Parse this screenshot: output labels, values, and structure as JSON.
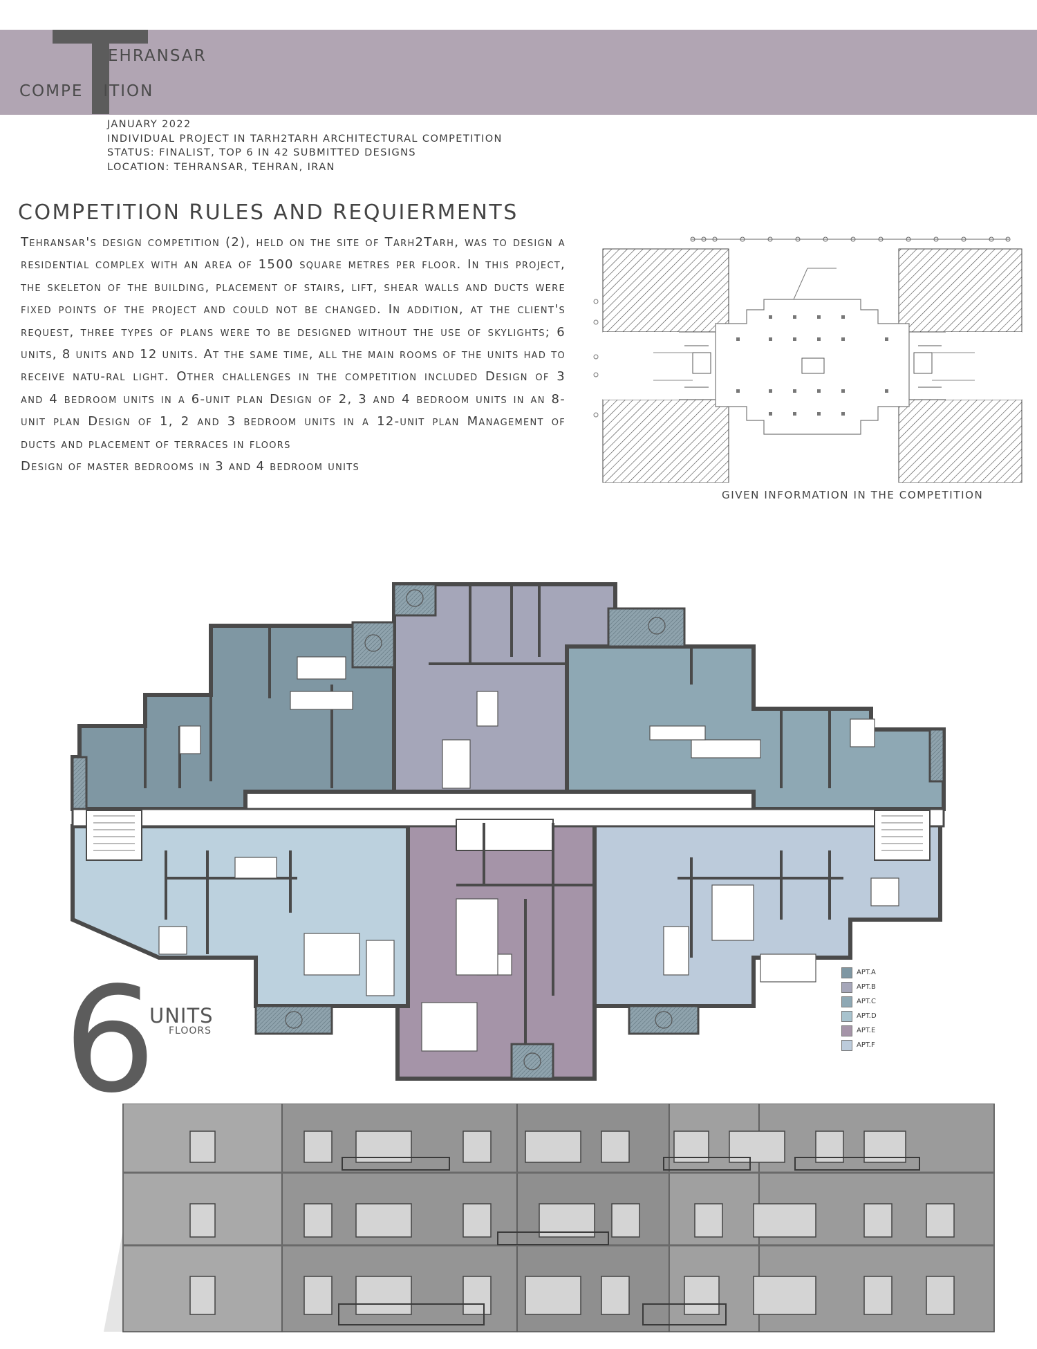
{
  "header": {
    "title_line1": "EHRANSAR",
    "title_line2_a": "COMPE",
    "title_line2_b": "ITION",
    "big_letter": "T"
  },
  "meta": [
    "JANUARY 2022",
    "INDIVIDUAL PROJECT IN TARH2TARH ARCHITECTURAL COMPETITION",
    "STATUS: FINALIST, TOP 6 IN 42 SUBMITTED DESIGNS",
    "LOCATION: TEHRANSAR, TEHRAN, IRAN"
  ],
  "section": {
    "heading": "COMPETITION RULES AND REQUIERMENTS",
    "paragraphs": [
      "Tehransar's design competition (2), held on the site of Tarh2Tarh, was to design a residential complex with an area of 1500 square metres per floor. In this project, the skeleton of the building, placement of stairs, lift, shear walls and ducts were fixed points of the project and could not be changed. In addition, at the client's request, three types of plans were to be designed without the use of skylights; 6 units, 8 units and 12 units. At the same time, all the main rooms of the units had to receive natu-ral light. Other challenges in the competition included Design of 3 and 4 bedroom units in a 6-unit plan Design of 2, 3 and 4 bedroom units in an 8-unit plan Design of 1, 2 and 3 bedroom units in a 12-unit plan Management of ducts and placement of terraces in floors",
      "Design of master bedrooms in 3 and 4 bedroom units"
    ],
    "given_caption": "GIVEN INFORMATION IN THE COMPETITION"
  },
  "plan": {
    "big_number": "6",
    "units_label": "UNITS",
    "floors_label": "FLOORS",
    "legend": [
      {
        "label": "APT.A",
        "color": "#7f97a3"
      },
      {
        "label": "APT.B",
        "color": "#a5a6b9"
      },
      {
        "label": "APT.C",
        "color": "#8ea8b4"
      },
      {
        "label": "APT.D",
        "color": "#a8c3ce"
      },
      {
        "label": "APT.E",
        "color": "#a594a8"
      },
      {
        "label": "APT.F",
        "color": "#bccbdb"
      }
    ]
  },
  "colors": {
    "banner": "#b1a5b3",
    "dark_gray": "#5c5c5c",
    "wall": "#4a4a4a"
  }
}
